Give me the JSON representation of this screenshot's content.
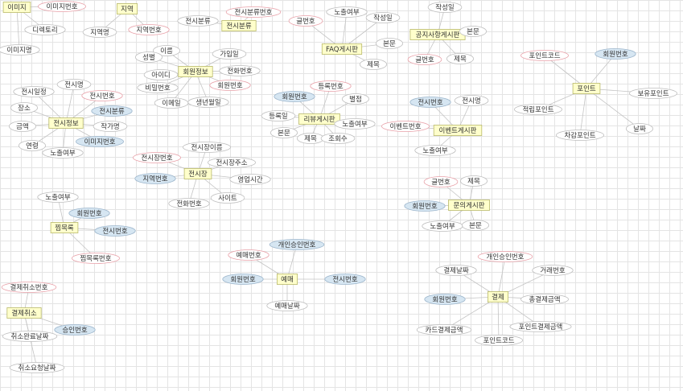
{
  "colors": {
    "entity_fill": "#ffffcc",
    "entity_stroke": "#b9b96a",
    "attr_fill": "#ffffff",
    "attr_stroke": "#bdbdbd",
    "key_fill": "#d6e6f2",
    "key_stroke": "#9db6cc",
    "fk_stroke": "#e8a0a8",
    "edge": "#c4c4c4"
  },
  "entities": [
    {
      "id": "image",
      "label": "이미지"
    },
    {
      "id": "region",
      "label": "지역"
    },
    {
      "id": "exhibit-category",
      "label": "전시분류"
    },
    {
      "id": "faq",
      "label": "FAQ게시판"
    },
    {
      "id": "notice",
      "label": "공지사항게시판"
    },
    {
      "id": "member",
      "label": "회원정보"
    },
    {
      "id": "point",
      "label": "포인트"
    },
    {
      "id": "review",
      "label": "리뷰게시판"
    },
    {
      "id": "event",
      "label": "이벤트게시판"
    },
    {
      "id": "exhibition",
      "label": "전시정보"
    },
    {
      "id": "venue",
      "label": "전시장"
    },
    {
      "id": "inquiry",
      "label": "문의게시판"
    },
    {
      "id": "bookmark",
      "label": "찜목록"
    },
    {
      "id": "reservation",
      "label": "예매"
    },
    {
      "id": "payment",
      "label": "결제"
    },
    {
      "id": "cancel",
      "label": "결제취소"
    }
  ],
  "attributes": [
    {
      "id": "image-id",
      "label": "이미지번호",
      "kind": "fk",
      "entity": "image"
    },
    {
      "id": "directory",
      "label": "디렉토리",
      "kind": "normal",
      "entity": "image"
    },
    {
      "id": "image-name",
      "label": "이미지명",
      "kind": "normal",
      "entity": "image"
    },
    {
      "id": "region-name",
      "label": "지역명",
      "kind": "normal",
      "entity": "region"
    },
    {
      "id": "region-id",
      "label": "지역번호",
      "kind": "fk",
      "entity": "region"
    },
    {
      "id": "cat-cls",
      "label": "전시분류",
      "kind": "normal",
      "entity": "exhibit-category"
    },
    {
      "id": "cat-id",
      "label": "전시분류번호",
      "kind": "fk",
      "entity": "exhibit-category"
    },
    {
      "id": "faq-post",
      "label": "글번호",
      "kind": "fk",
      "entity": "faq"
    },
    {
      "id": "faq-expose",
      "label": "노출여부",
      "kind": "normal",
      "entity": "faq"
    },
    {
      "id": "faq-writer",
      "label": "작성일",
      "kind": "normal",
      "entity": "faq"
    },
    {
      "id": "faq-body",
      "label": "본문",
      "kind": "normal",
      "entity": "faq"
    },
    {
      "id": "faq-title",
      "label": "제목",
      "kind": "normal",
      "entity": "faq"
    },
    {
      "id": "notice-writer",
      "label": "작성일",
      "kind": "normal",
      "entity": "notice"
    },
    {
      "id": "notice-body",
      "label": "본문",
      "kind": "normal",
      "entity": "notice"
    },
    {
      "id": "notice-post",
      "label": "글번호",
      "kind": "fk",
      "entity": "notice"
    },
    {
      "id": "notice-title",
      "label": "제목",
      "kind": "normal",
      "entity": "notice"
    },
    {
      "id": "mem-name",
      "label": "이름",
      "kind": "normal",
      "entity": "member"
    },
    {
      "id": "mem-gender",
      "label": "성별",
      "kind": "normal",
      "entity": "member"
    },
    {
      "id": "mem-joined",
      "label": "가입일",
      "kind": "normal",
      "entity": "member"
    },
    {
      "id": "mem-userid",
      "label": "아이디",
      "kind": "normal",
      "entity": "member"
    },
    {
      "id": "mem-phone",
      "label": "전화번호",
      "kind": "normal",
      "entity": "member"
    },
    {
      "id": "mem-pw",
      "label": "비밀번호",
      "kind": "normal",
      "entity": "member"
    },
    {
      "id": "mem-id",
      "label": "회원번호",
      "kind": "fk",
      "entity": "member"
    },
    {
      "id": "mem-email",
      "label": "이메일",
      "kind": "normal",
      "entity": "member"
    },
    {
      "id": "mem-birth",
      "label": "생년월일",
      "kind": "normal",
      "entity": "member"
    },
    {
      "id": "pt-code",
      "label": "포인트코드",
      "kind": "fk",
      "entity": "point"
    },
    {
      "id": "pt-member",
      "label": "회원번호",
      "kind": "key",
      "entity": "point"
    },
    {
      "id": "pt-hold",
      "label": "보유포인트",
      "kind": "normal",
      "entity": "point"
    },
    {
      "id": "pt-earn",
      "label": "적립포인트",
      "kind": "normal",
      "entity": "point"
    },
    {
      "id": "pt-date",
      "label": "날짜",
      "kind": "normal",
      "entity": "point"
    },
    {
      "id": "pt-deduct",
      "label": "차감포인트",
      "kind": "normal",
      "entity": "point"
    },
    {
      "id": "rv-post",
      "label": "등록번호",
      "kind": "fk",
      "entity": "review"
    },
    {
      "id": "rv-member",
      "label": "회원번호",
      "kind": "key",
      "entity": "review"
    },
    {
      "id": "rv-score",
      "label": "별점",
      "kind": "normal",
      "entity": "review"
    },
    {
      "id": "rv-regdate",
      "label": "등록일",
      "kind": "normal",
      "entity": "review"
    },
    {
      "id": "rv-expose",
      "label": "노출여부",
      "kind": "normal",
      "entity": "review"
    },
    {
      "id": "rv-body",
      "label": "본문",
      "kind": "normal",
      "entity": "review"
    },
    {
      "id": "rv-title",
      "label": "제목",
      "kind": "normal",
      "entity": "review"
    },
    {
      "id": "rv-views",
      "label": "조회수",
      "kind": "normal",
      "entity": "review"
    },
    {
      "id": "ev-exhibit",
      "label": "전시번호",
      "kind": "key",
      "entity": "event"
    },
    {
      "id": "ev-name",
      "label": "전시명",
      "kind": "normal",
      "entity": "event"
    },
    {
      "id": "ev-id",
      "label": "이벤트번호",
      "kind": "fk",
      "entity": "event"
    },
    {
      "id": "ev-expose",
      "label": "노출여부",
      "kind": "normal",
      "entity": "event"
    },
    {
      "id": "ex-period",
      "label": "전시일정",
      "kind": "normal",
      "entity": "exhibition"
    },
    {
      "id": "ex-name",
      "label": "전시명",
      "kind": "normal",
      "entity": "exhibition"
    },
    {
      "id": "ex-id",
      "label": "전시번호",
      "kind": "fk",
      "entity": "exhibition"
    },
    {
      "id": "ex-place",
      "label": "장소",
      "kind": "normal",
      "entity": "exhibition"
    },
    {
      "id": "ex-cat",
      "label": "전시분류",
      "kind": "key",
      "entity": "exhibition"
    },
    {
      "id": "ex-price",
      "label": "금액",
      "kind": "normal",
      "entity": "exhibition"
    },
    {
      "id": "ex-artist",
      "label": "작가명",
      "kind": "normal",
      "entity": "exhibition"
    },
    {
      "id": "ex-age",
      "label": "연령",
      "kind": "normal",
      "entity": "exhibition"
    },
    {
      "id": "ex-image",
      "label": "이미지번호",
      "kind": "key",
      "entity": "exhibition"
    },
    {
      "id": "ex-expose",
      "label": "노출여부",
      "kind": "normal",
      "entity": "exhibition"
    },
    {
      "id": "vn-name",
      "label": "전시장이름",
      "kind": "normal",
      "entity": "venue"
    },
    {
      "id": "vn-id",
      "label": "전시장번호",
      "kind": "fk",
      "entity": "venue"
    },
    {
      "id": "vn-addr",
      "label": "전시장주소",
      "kind": "normal",
      "entity": "venue"
    },
    {
      "id": "vn-region",
      "label": "지역번호",
      "kind": "key",
      "entity": "venue"
    },
    {
      "id": "vn-hours",
      "label": "영업시간",
      "kind": "normal",
      "entity": "venue"
    },
    {
      "id": "vn-site",
      "label": "사이트",
      "kind": "normal",
      "entity": "venue"
    },
    {
      "id": "vn-phone",
      "label": "전화번호",
      "kind": "normal",
      "entity": "venue"
    },
    {
      "id": "iq-post",
      "label": "글번호",
      "kind": "fk",
      "entity": "inquiry"
    },
    {
      "id": "iq-title",
      "label": "제목",
      "kind": "normal",
      "entity": "inquiry"
    },
    {
      "id": "iq-member",
      "label": "회원번호",
      "kind": "key",
      "entity": "inquiry"
    },
    {
      "id": "iq-expose",
      "label": "노출여부",
      "kind": "normal",
      "entity": "inquiry"
    },
    {
      "id": "iq-body",
      "label": "본문",
      "kind": "normal",
      "entity": "inquiry"
    },
    {
      "id": "bm-expose",
      "label": "노출여부",
      "kind": "normal",
      "entity": "bookmark"
    },
    {
      "id": "bm-member",
      "label": "회원번호",
      "kind": "key",
      "entity": "bookmark"
    },
    {
      "id": "bm-exhibit",
      "label": "전시번호",
      "kind": "key",
      "entity": "bookmark"
    },
    {
      "id": "bm-id",
      "label": "찜목록번호",
      "kind": "fk",
      "entity": "bookmark"
    },
    {
      "id": "rs-id",
      "label": "예매번호",
      "kind": "fk",
      "entity": "reservation"
    },
    {
      "id": "rs-approval",
      "label": "개인승인번호",
      "kind": "key",
      "entity": "reservation"
    },
    {
      "id": "rs-member",
      "label": "회원번호",
      "kind": "key",
      "entity": "reservation"
    },
    {
      "id": "rs-exhibit",
      "label": "전시번호",
      "kind": "key",
      "entity": "reservation"
    },
    {
      "id": "rs-date",
      "label": "예매날짜",
      "kind": "normal",
      "entity": "reservation"
    },
    {
      "id": "pm-approval",
      "label": "개인승인번호",
      "kind": "fk",
      "entity": "payment"
    },
    {
      "id": "pm-date",
      "label": "결제날짜",
      "kind": "normal",
      "entity": "payment"
    },
    {
      "id": "pm-tx",
      "label": "거래번호",
      "kind": "normal",
      "entity": "payment"
    },
    {
      "id": "pm-member",
      "label": "회원번호",
      "kind": "key",
      "entity": "payment"
    },
    {
      "id": "pm-total",
      "label": "총결제금액",
      "kind": "normal",
      "entity": "payment"
    },
    {
      "id": "pm-card",
      "label": "카드결제금액",
      "kind": "normal",
      "entity": "payment"
    },
    {
      "id": "pm-point-amt",
      "label": "포인트결제금액",
      "kind": "normal",
      "entity": "payment"
    },
    {
      "id": "pm-point-code",
      "label": "포인트코드",
      "kind": "normal",
      "entity": "payment"
    },
    {
      "id": "cn-id",
      "label": "결제취소번호",
      "kind": "fk",
      "entity": "cancel"
    },
    {
      "id": "cn-approval",
      "label": "승인번호",
      "kind": "key",
      "entity": "cancel"
    },
    {
      "id": "cn-done",
      "label": "취소완료날짜",
      "kind": "normal",
      "entity": "cancel"
    },
    {
      "id": "cn-req",
      "label": "취소요청날짜",
      "kind": "normal",
      "entity": "cancel"
    }
  ]
}
